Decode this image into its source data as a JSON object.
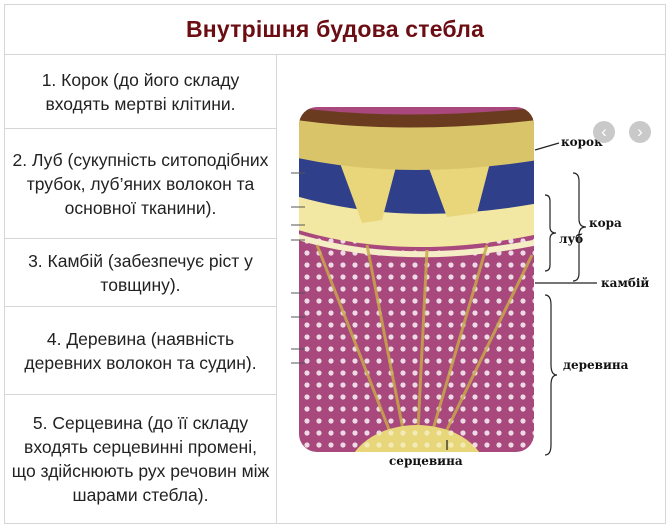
{
  "title": "Внутрішня будова стебла",
  "items": [
    "1. Корок (до його складу входять мертві клітини.",
    "2. Луб (сукупність ситоподібних трубок, луб’яних волокон та основної тканини).",
    "3. Камбій (забезпечує ріст у товщину).",
    "4. Деревина (наявність деревних волокон та судин).",
    "5. Серцевина (до її складу входять серцевинні промені, що здійснюють рух речовин між шарами стебла)."
  ],
  "nav": {
    "prev_icon": "chevron-left-icon",
    "next_icon": "chevron-right-icon",
    "prev": "‹",
    "next": "›"
  },
  "diagram": {
    "labels": {
      "cork": "корок",
      "bark": "кора",
      "phloem": "луб",
      "cambium": "камбій",
      "wood": "деревина",
      "pith": "серцевина"
    }
  }
}
